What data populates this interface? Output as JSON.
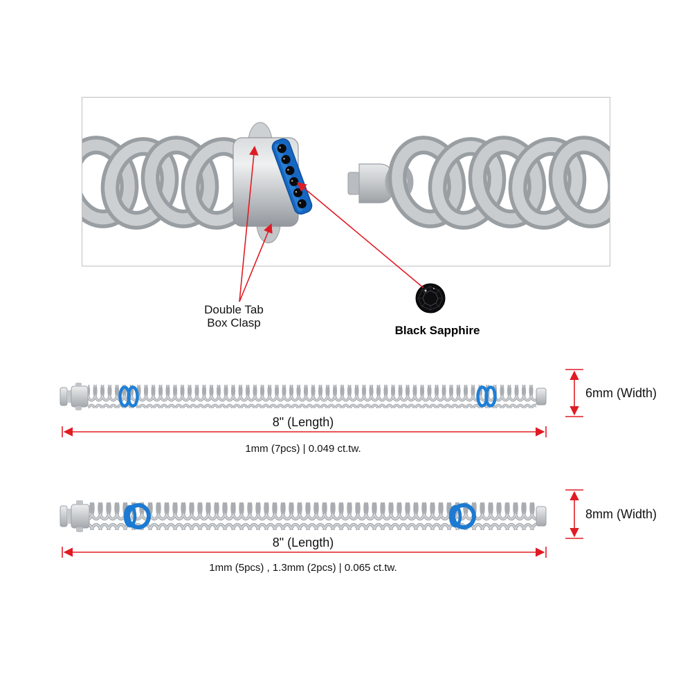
{
  "closeup": {
    "callout_clasp": {
      "line1": "Double Tab",
      "line2": "Box Clasp"
    },
    "callout_gem": "Black Sapphire"
  },
  "bracelets": [
    {
      "width_label": "6mm (Width)",
      "length_label": "8\" (Length)",
      "spec": "1mm (7pcs) | 0.049 ct.tw."
    },
    {
      "width_label": "8mm (Width)",
      "length_label": "8\" (Length)",
      "spec": "1mm (5pcs) , 1.3mm (2pcs) | 0.065 ct.tw."
    }
  ],
  "icons": {
    "gem": "black-sapphire-icon"
  },
  "colors": {
    "dimension_red": "#e01b24",
    "accent_blue": "#1e7fd6",
    "chain_silver": "#b7bbbf",
    "gem_black": "#0e0e10"
  }
}
